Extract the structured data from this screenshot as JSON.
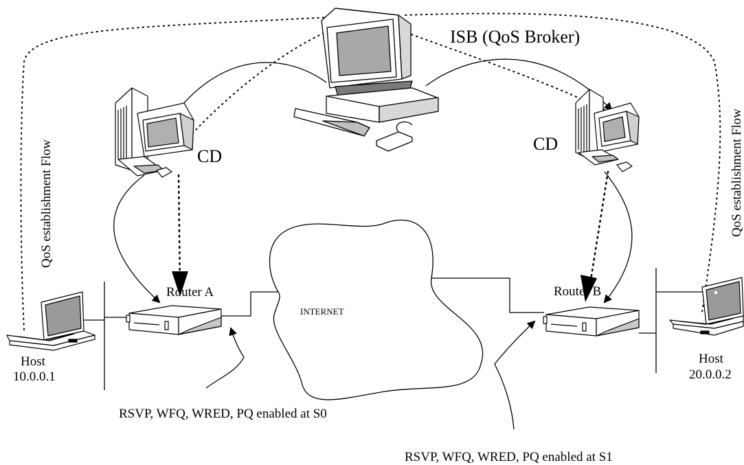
{
  "labels": {
    "isb": "ISB (QoS Broker)",
    "cd_left": "CD",
    "cd_right": "CD",
    "router_a": "Router A",
    "router_b": "Router B",
    "internet": "INTERNET",
    "host_left_name": "Host",
    "host_left_ip": "10.0.0.1",
    "host_right_name": "Host",
    "host_right_ip": "20.0.0.2",
    "flow_left": "QoS establishment Flow",
    "flow_right": "QoS establishment Flow",
    "note_s0": "RSVP, WFQ, WRED, PQ enabled at S0",
    "note_s1": "RSVP, WFQ, WRED, PQ enabled at S1"
  }
}
